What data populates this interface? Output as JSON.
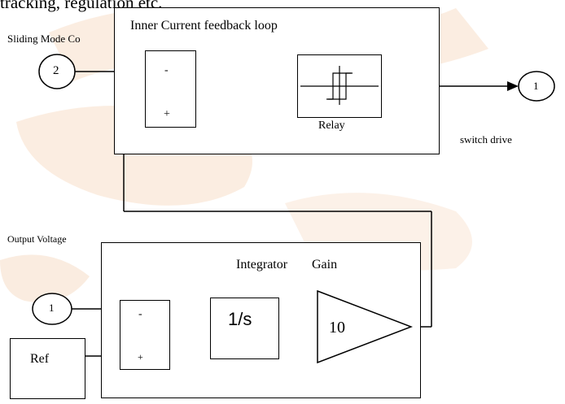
{
  "top_clipped_text": "tracking, regulation etc.",
  "labels": {
    "sliding_mode": "Sliding Mode Co",
    "inner_loop_title": "Inner Current feedback loop",
    "relay": "Relay",
    "switch_drive": "switch drive",
    "output_voltage": "Output Voltage",
    "integrator": "Integrator",
    "gain": "Gain",
    "integrator_block": "1/s",
    "gain_value": "10",
    "ref": "Ref"
  },
  "ports": {
    "sliding_in": "2",
    "switch_out": "1",
    "voltage_in": "1"
  },
  "signs": {
    "upper_minus": "-",
    "upper_plus": "+",
    "lower_minus": "-",
    "lower_plus": "+"
  },
  "colors": {
    "line": "#000000",
    "watermark": "#f4c9a6"
  }
}
